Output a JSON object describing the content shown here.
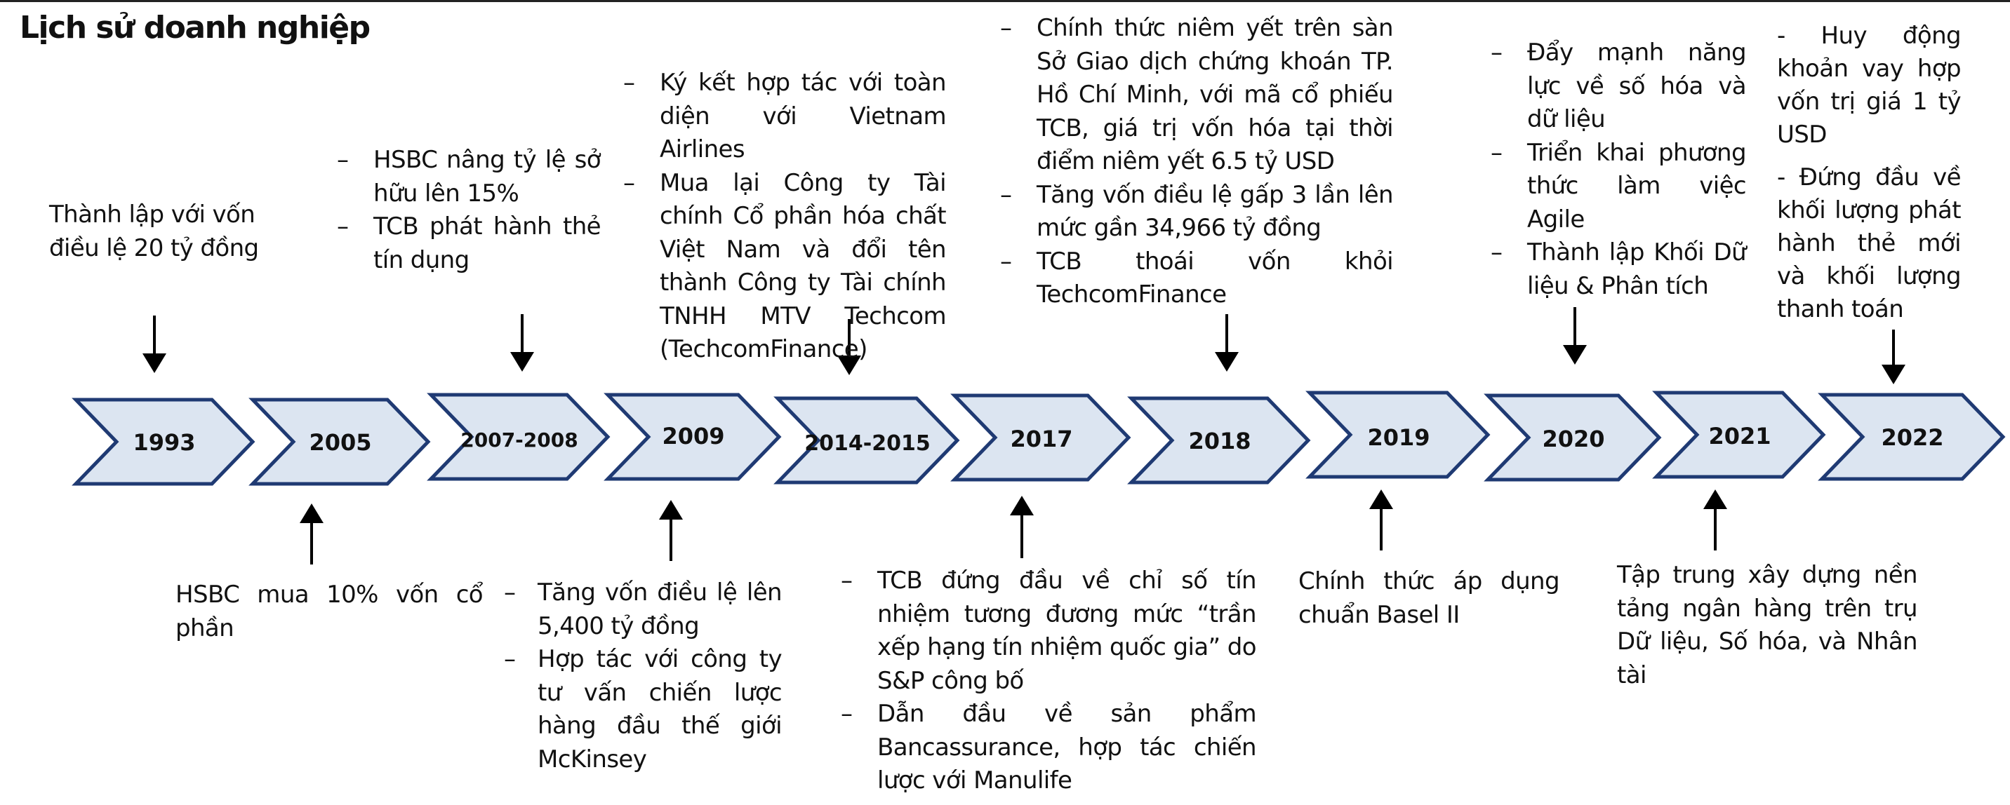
{
  "title": "Lịch sử doanh nghiệp",
  "colors": {
    "chevron_fill": "#DCE5F1",
    "chevron_stroke": "#1F3A73",
    "arrow": "#000000"
  },
  "years": [
    "1993",
    "2005",
    "2007-2008",
    "2009",
    "2014-2015",
    "2017",
    "2018",
    "2019",
    "2020",
    "2021",
    "2022"
  ],
  "events": {
    "y1993": "Thành lập với vốn điều lệ 20 tỷ đồng",
    "y2005": "HSBC mua 10% vốn cổ phần",
    "y2007": [
      "HSBC nâng tỷ lệ sở hữu lên 15%",
      "TCB phát hành thẻ tín dụng"
    ],
    "y2009": [
      "Tăng vốn điều lệ lên 5,400 tỷ đồng",
      "Hợp tác với công ty tư vấn chiến lược hàng đầu thế giới McKinsey"
    ],
    "y2014": [
      "Ký kết hợp tác với toàn diện với Vietnam Airlines",
      "Mua lại Công ty Tài chính Cổ phần hóa chất Việt Nam và đổi tên thành Công ty Tài chính TNHH MTV Techcom (TechcomFinance)"
    ],
    "y2017": [
      "TCB đứng đầu về chỉ số tín nhiệm tương đương mức “trần xếp hạng tín nhiệm quốc gia” do S&P công bố",
      "Dẫn đầu về sản phẩm Bancassurance, hợp tác chiến lược với Manulife"
    ],
    "y2018": [
      "Chính thức niêm yết trên sàn Sở Giao dịch chứng khoán TP. Hồ Chí Minh, với mã cổ phiếu TCB, giá trị vốn hóa tại thời điểm niêm yết 6.5 tỷ USD",
      "Tăng vốn điều lệ gấp 3 lần lên mức gần 34,966 tỷ đồng",
      "TCB thoái vốn khỏi TechcomFinance"
    ],
    "y2019": "Chính thức áp dụng chuẩn Basel II",
    "y2020": [
      "Đẩy mạnh năng lực về số hóa và dữ liệu",
      "Triển khai phương thức làm việc Agile",
      "Thành lập Khối Dữ liệu & Phân tích"
    ],
    "y2021": "Tập trung xây dựng nền tảng ngân hàng trên trụ Dữ liệu, Số hóa, và Nhân tài",
    "y2022": [
      "- Huy động khoản vay hợp vốn trị giá 1 tỷ USD",
      "- Đứng đầu về khối lượng phát hành thẻ mới và khối lượng thanh toán"
    ]
  }
}
